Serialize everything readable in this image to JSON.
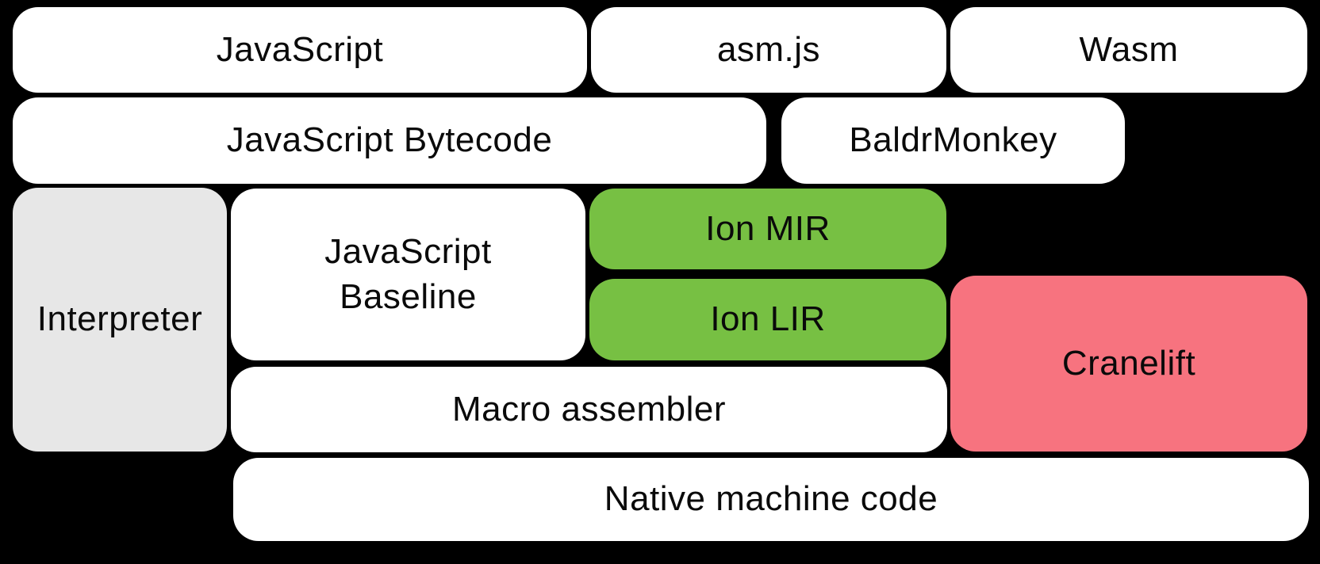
{
  "diagram": {
    "background": "#000000",
    "text_color": "#0a0a0a",
    "colors": {
      "box_default": "#ffffff",
      "interpreter": "#e7e7e7",
      "ion": "#77c043",
      "cranelift": "#f7737f"
    },
    "boxes": [
      {
        "id": "javascript",
        "label": "JavaScript",
        "color_role": "box_default"
      },
      {
        "id": "asmjs",
        "label": "asm.js",
        "color_role": "box_default"
      },
      {
        "id": "wasm",
        "label": "Wasm",
        "color_role": "box_default"
      },
      {
        "id": "bytecode",
        "label": "JavaScript Bytecode",
        "color_role": "box_default"
      },
      {
        "id": "baldrmonkey",
        "label": "BaldrMonkey",
        "color_role": "box_default"
      },
      {
        "id": "interpreter",
        "label": "Interpreter",
        "color_role": "interpreter"
      },
      {
        "id": "baseline",
        "label": "JavaScript\nBaseline",
        "color_role": "box_default"
      },
      {
        "id": "ion-mir",
        "label": "Ion MIR",
        "color_role": "ion"
      },
      {
        "id": "ion-lir",
        "label": "Ion LIR",
        "color_role": "ion"
      },
      {
        "id": "cranelift",
        "label": "Cranelift",
        "color_role": "cranelift"
      },
      {
        "id": "macro",
        "label": "Macro assembler",
        "color_role": "box_default"
      },
      {
        "id": "native",
        "label": "Native machine code",
        "color_role": "box_default"
      }
    ]
  }
}
